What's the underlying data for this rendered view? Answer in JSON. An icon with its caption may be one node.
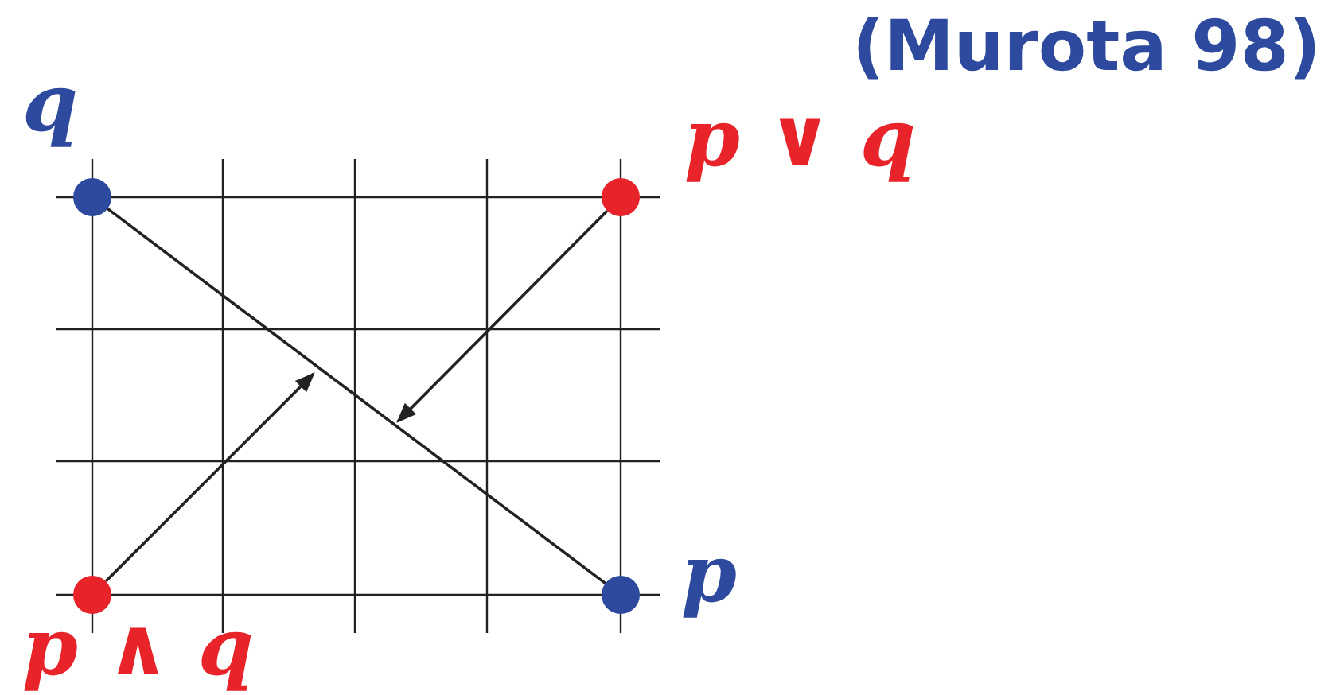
{
  "diagram": {
    "nodes": [
      {
        "text": [],
        "shape": "circle",
        "beside": [
          "q"
        ]
      },
      {
        "text": [],
        "shape": "circle",
        "beside": [
          "p ∨ q"
        ]
      },
      {
        "text": [],
        "shape": "circle",
        "beside": [
          "p ∧ q"
        ]
      },
      {
        "text": [],
        "shape": "circle",
        "beside": [
          "p"
        ]
      }
    ],
    "edges": [
      {
        "from": 0,
        "to": 3,
        "arrow": "none"
      },
      {
        "from": 2,
        "to": null,
        "arrow": "to"
      },
      {
        "from": 1,
        "to": null,
        "arrow": "to"
      }
    ],
    "labels": [
      "(Murota 98)"
    ]
  }
}
